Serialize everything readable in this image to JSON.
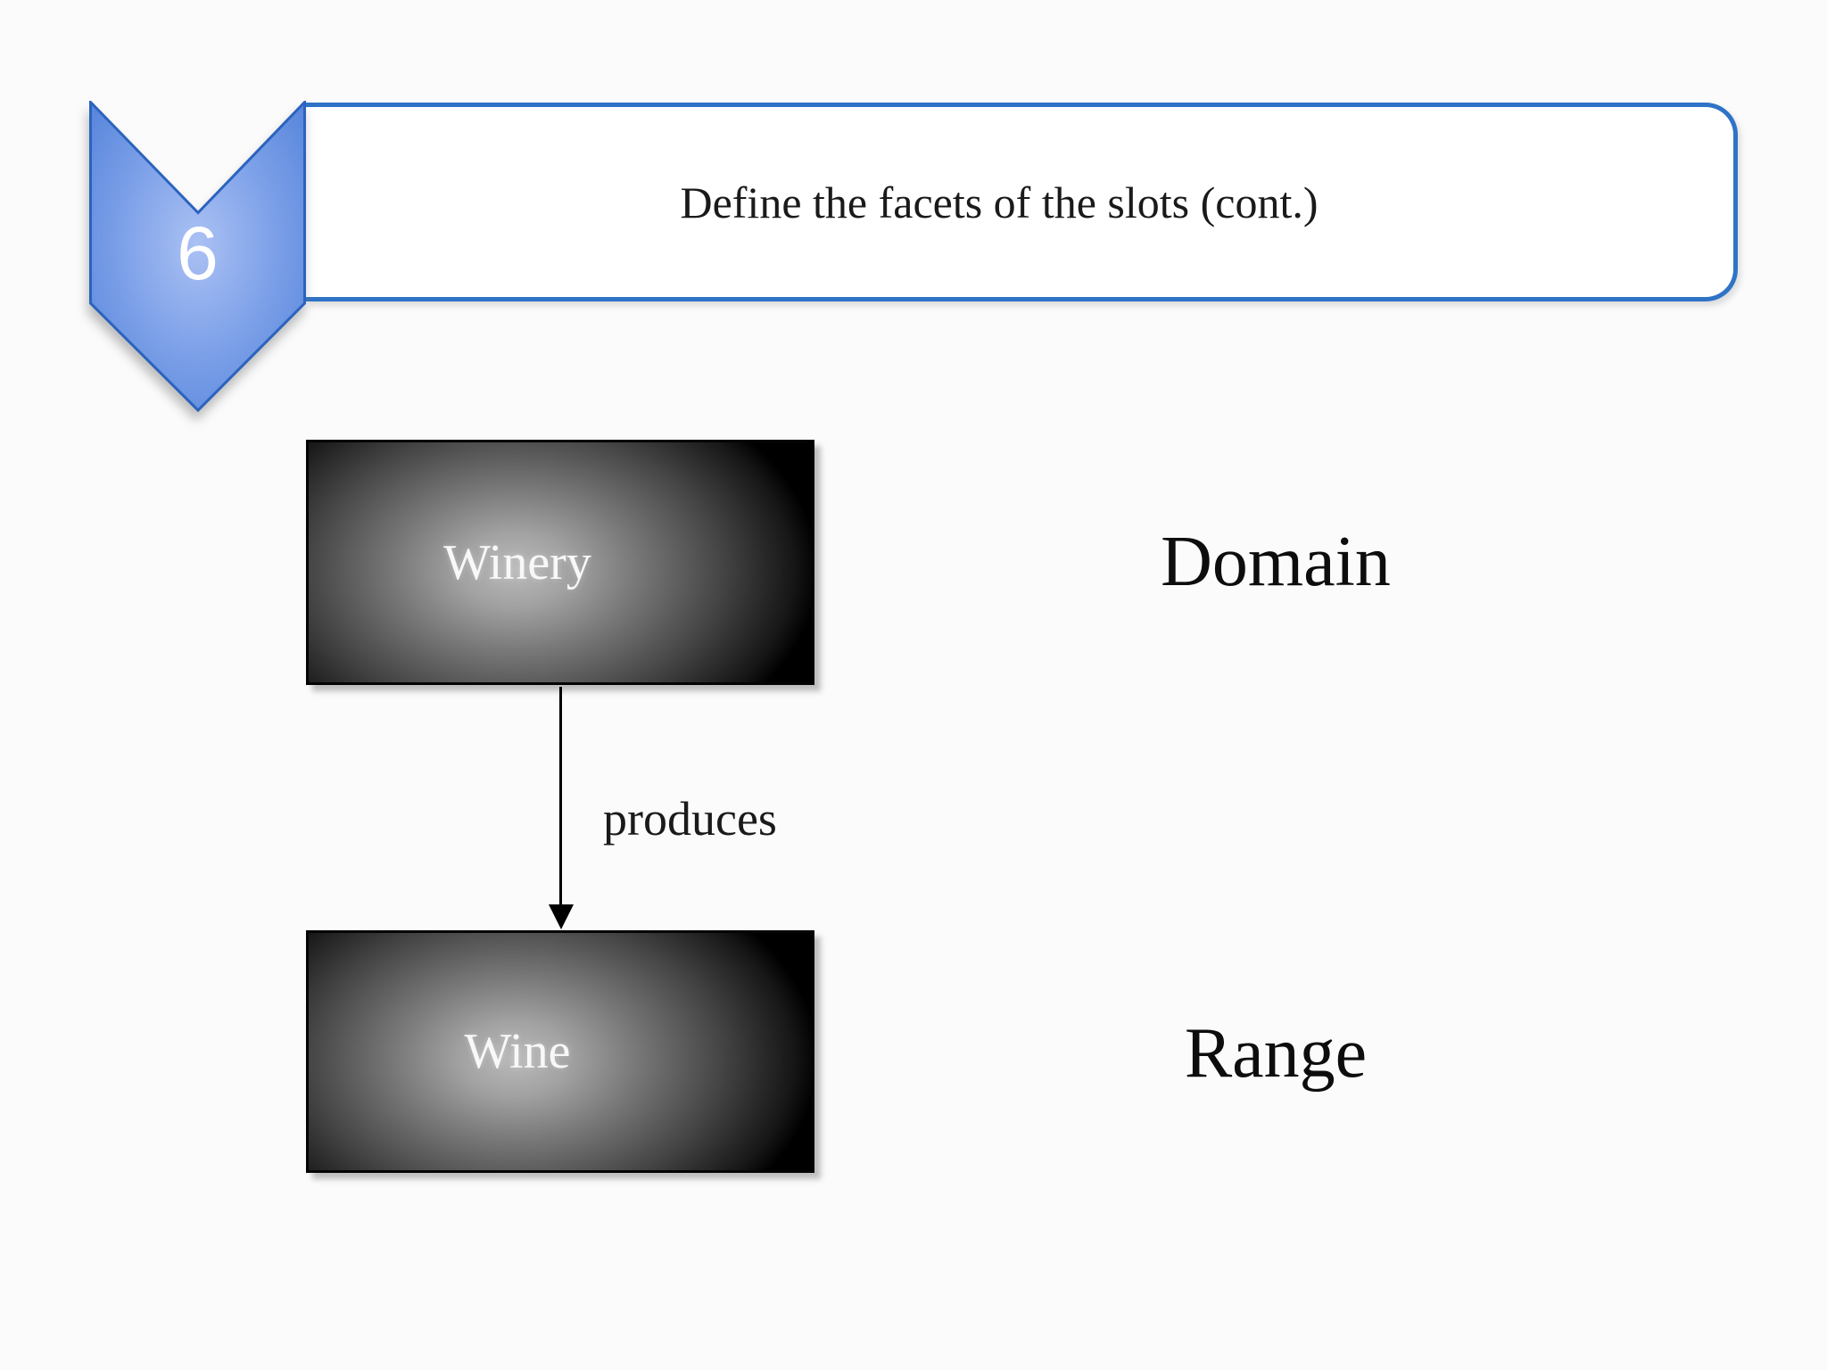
{
  "slide": {
    "background_color": "#FBFBFB",
    "step_marker": {
      "number": "6",
      "fill_light": "#ABC1F3",
      "fill_dark": "#4E7FD8",
      "border_color": "#2B63BE"
    },
    "banner": {
      "title": "Define the facets of the slots (cont.)",
      "border_color": "#2E73C7"
    },
    "diagram": {
      "nodes": [
        {
          "label": "Winery"
        },
        {
          "label": "Wine"
        }
      ],
      "edge": {
        "label": "produces"
      },
      "annotations": [
        {
          "label": "Domain"
        },
        {
          "label": "Range"
        }
      ],
      "node_gradient_center": "#BABABA",
      "node_gradient_edge": "#000000"
    }
  }
}
